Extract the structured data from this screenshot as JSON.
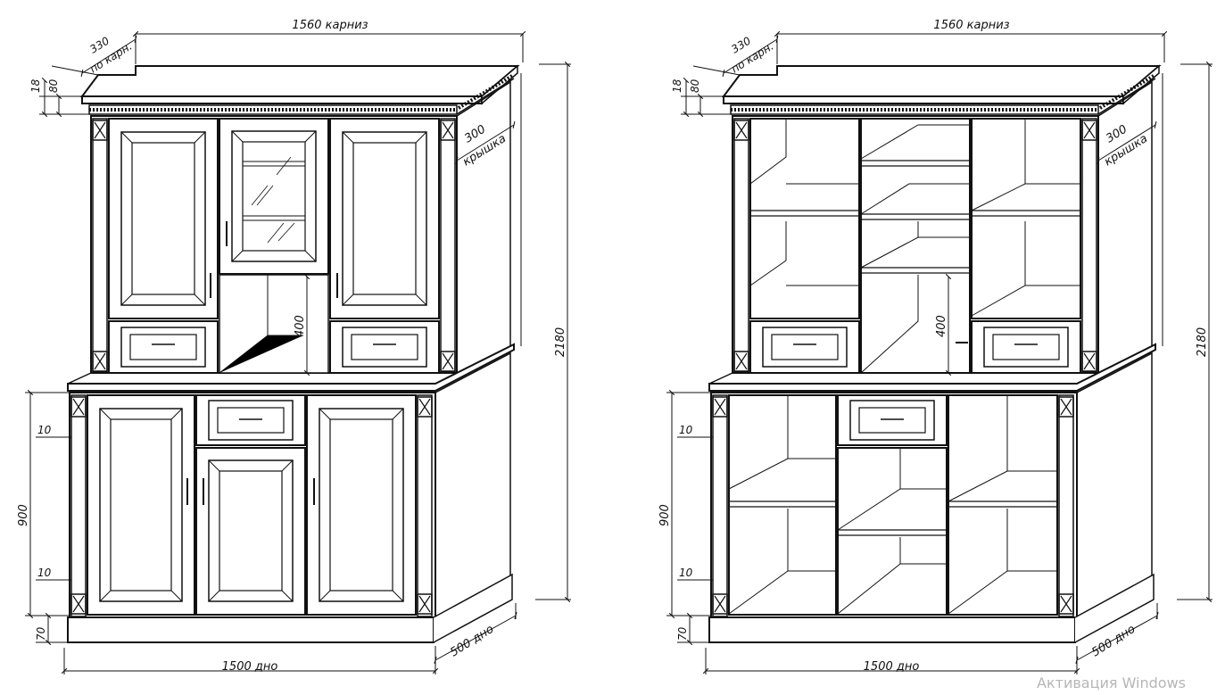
{
  "views": [
    {
      "id": "closed",
      "dimensions": {
        "cornice_width": "1560 карниз",
        "cornice_depth_value": "330",
        "cornice_depth_label": "по карн.",
        "cornice_thickness": "18",
        "cornice_height": "80",
        "top_depth_value": "300",
        "top_depth_label": "крышка",
        "total_height": "2180",
        "niche_height": "400",
        "lower_height": "900",
        "gap_top": "10",
        "gap_bottom": "10",
        "plinth_height": "70",
        "bottom_width": "1500 дно",
        "bottom_depth": "500 дно"
      }
    },
    {
      "id": "open",
      "dimensions": {
        "cornice_width": "1560 карниз",
        "cornice_depth_value": "330",
        "cornice_depth_label": "по карн.",
        "cornice_thickness": "18",
        "cornice_height": "80",
        "top_depth_value": "300",
        "top_depth_label": "крышка",
        "total_height": "2180",
        "niche_height": "400",
        "lower_height": "900",
        "gap_top": "10",
        "gap_bottom": "10",
        "plinth_height": "70",
        "bottom_width": "1500 дно",
        "bottom_depth": "500 дно"
      }
    }
  ],
  "watermark": "Активация Windows"
}
